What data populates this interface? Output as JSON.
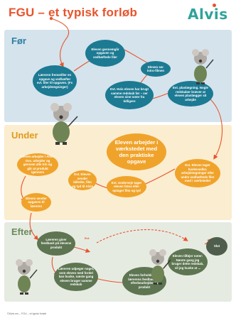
{
  "header": {
    "title": "FGU – et typisk forløb",
    "logo_text": "Alvis"
  },
  "sections": {
    "foer": {
      "label": "Før"
    },
    "under": {
      "label": "Under"
    },
    "efter": {
      "label": "Efter"
    }
  },
  "nodes": {
    "n1": "Eleven gennemgår opgaven og vedhæftede filer",
    "n2": "Læreren fremstiller en opgave og vedhæfter evt. filer til opgaven. (Fx arbejdstegninger)",
    "n3": "Eleven ser intro-filmen",
    "n4": "Evt. Hvis eleven har brugt samme redskab før – ser eleven sine noter fra tidligere",
    "n5": "Evt. planlægning. Nogle redskaber kræver at eleven planlægger sit arbejde",
    "n6": "Eleven arbejder i Alvis. Ovs. arbejder og gennem alle trin og går at produkt igennem",
    "n7": "Eleven arbejder i værkstedet med den praktiske opgave",
    "n8": "Evt. Eleven tager huskesedler, arbejdstegninger eller andre vedhæftede filer med i værkstedet",
    "n9": "Evt. Eleven sender billeder, film og tyd til Alvis",
    "n10": "Evt. Underveje tager eleven fotos eller optager film og tyd",
    "n11": "Eleven sender opgaven til læreren",
    "n12": "Læreren giver feedback på elevens produkt",
    "n13": "Læreren udpeger noget, som eleven med fordel kan huske, næste gang eleven bruger samme redskab",
    "n14": "Eleven forholder sig lærerens feedback og efterbearbejder sit produkt",
    "n15": "Eleven tilføjer noter: Næste gang jeg bruger dette redskab, vil jeg huske at ...",
    "n16": "Slut"
  },
  "annotations": {
    "evt_marker": "Evt."
  },
  "footer": {
    "text": "©Alvis ms – FGU – et typisk forløb"
  },
  "colors": {
    "teal": "#1c7a93",
    "orange": "#f0a32b",
    "green": "#5d7551",
    "accent": "#e8542b"
  },
  "icons": {
    "mascot": "mouse-mascot-pointing-icon"
  }
}
